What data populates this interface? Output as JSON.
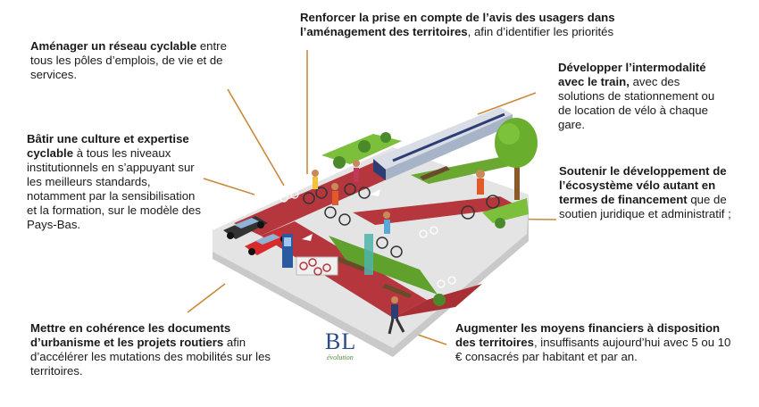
{
  "captions": {
    "top_center": {
      "bold": "Renforcer la prise en compte de l’avis des usagers dans l’aménagement des territoires",
      "rest": ", afin d’identifier les priorités"
    },
    "top_left": {
      "bold": "Aménager un réseau cyclable",
      "rest": " entre tous les pôles d’emplois, de vie et de services."
    },
    "mid_left": {
      "bold": "Bâtir une culture et expertise cyclable",
      "rest": " à tous les niveaux institutionnels en s’appuyant sur les meilleurs standards, notamment par la sensibilisation et la formation, sur le modèle des Pays-Bas."
    },
    "bottom_left": {
      "bold": "Mettre en cohérence les documents d’urbanisme et les projets routiers",
      "rest": " afin d’accélérer les mutations des mobilités sur les territoires."
    },
    "top_right": {
      "bold": "Développer l’intermodalité avec le train,",
      "rest": " avec des solutions de stationnement ou de location de vélo à chaque gare."
    },
    "mid_right": {
      "bold": "Soutenir le développement de l’écosystème vélo autant en termes de financement",
      "rest": " que de soutien juridique et administratif ;"
    },
    "bottom_right": {
      "bold": "Augmenter les moyens financiers à disposition des territoires",
      "rest": ", insuffisants aujourd’hui avec 5 ou 10 € consacrés par habitant et par an."
    }
  },
  "logo": {
    "letters": "BL",
    "sub": "évolution"
  },
  "colors": {
    "path": "#b5373d",
    "grass": "#7bbf3a",
    "pavement": "#d9d9d9",
    "leader": "#c98a3a"
  }
}
